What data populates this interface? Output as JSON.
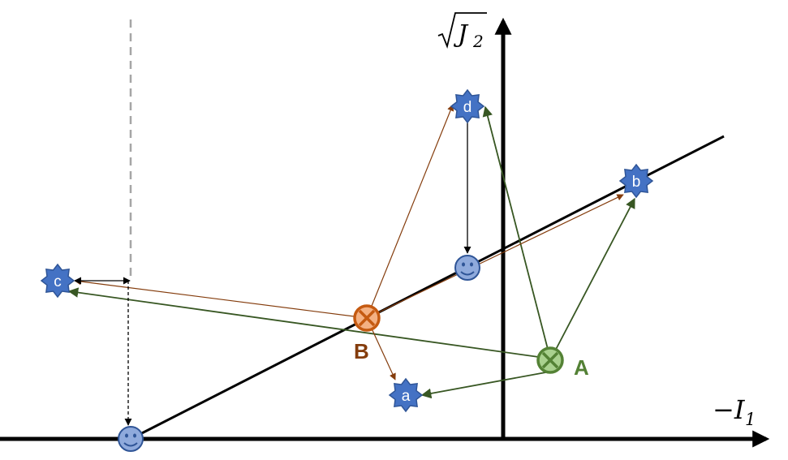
{
  "axes": {
    "x_label": "−I",
    "x_sub": "1",
    "y_label": "J",
    "y_sub": "2",
    "y_sqrt": "√"
  },
  "references": {
    "A": {
      "label": "A",
      "color": "#538135"
    },
    "B": {
      "label": "B",
      "color": "#843c0c"
    }
  },
  "targets": {
    "a": {
      "label": "a"
    },
    "b": {
      "label": "b"
    },
    "c": {
      "label": "c"
    },
    "d": {
      "label": "d"
    }
  },
  "colors": {
    "target_fill": "#4472c4",
    "target_stroke": "#2f5597",
    "face_fill": "#8faadc",
    "ref_A_fill": "#a9d18e",
    "ref_B_fill": "#f4b183",
    "arrow_A": "#385723",
    "arrow_B": "#843c0c",
    "guide_dash": "#a6a6a6"
  },
  "icons": {
    "target": "eight-point-star-icon",
    "face": "smiley-face-icon",
    "reference": "circled-x-icon"
  }
}
